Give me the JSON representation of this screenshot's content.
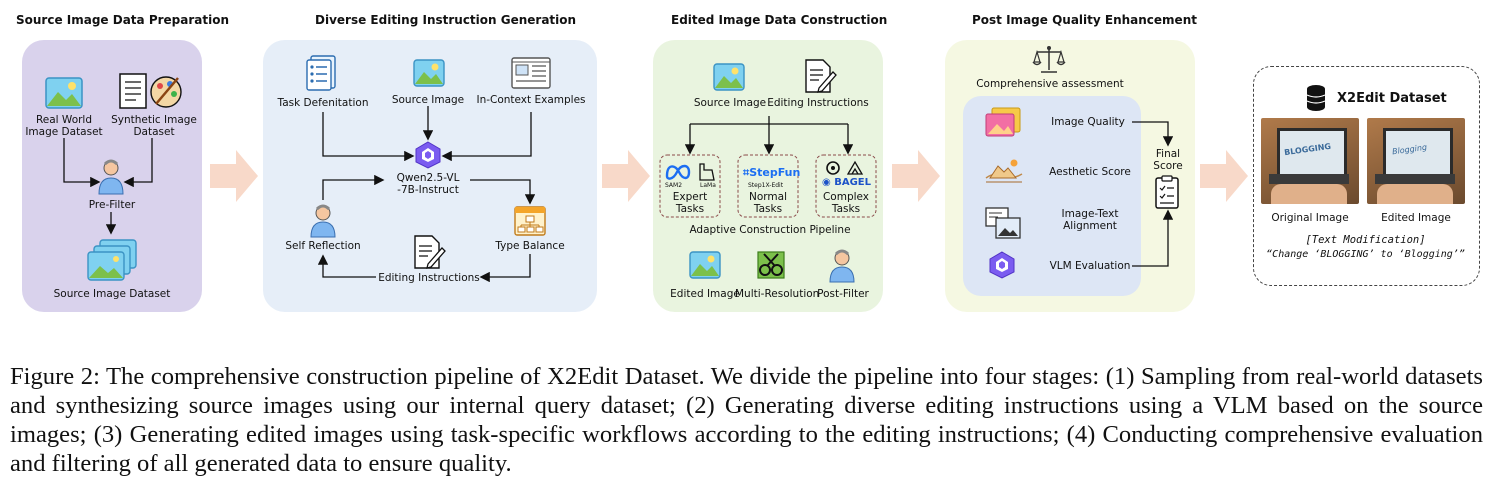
{
  "stages": [
    {
      "title": "Source Image Data Preparation"
    },
    {
      "title": "Diverse Editing Instruction Generation"
    },
    {
      "title": "Edited Image Data Construction"
    },
    {
      "title": "Post Image Quality Enhancement"
    }
  ],
  "stage1": {
    "real_world": "Real World\nImage Dataset",
    "synthetic": "Synthetic Image\nDataset",
    "prefilter": "Pre-Filter",
    "source_dataset": "Source Image Dataset"
  },
  "stage2": {
    "task_def": "Task Defenitation",
    "source_image": "Source Image",
    "in_context": "In-Context Examples",
    "model": "Qwen2.5-VL\n-7B-Instruct",
    "self_reflection": "Self Reflection",
    "type_balance": "Type Balance",
    "editing_instructions": "Editing Instructions"
  },
  "stage3": {
    "source_image": "Source Image",
    "editing_instructions": "Editing Instructions",
    "expert": "Expert\nTasks",
    "normal": "Normal\nTasks",
    "complex": "Complex\nTasks",
    "sam2": "SAM2",
    "lama": "LaMa",
    "stepfun": "StepFun",
    "step1x": "Step1X-Edit",
    "bagel": "BAGEL",
    "pipeline": "Adaptive Construction Pipeline",
    "edited_image": "Edited Image",
    "multi_res": "Multi-Resolution",
    "post_filter": "Post-Filter"
  },
  "stage4": {
    "comprehensive": "Comprehensive assessment",
    "image_quality": "Image Quality",
    "aesthetic": "Aesthetic Score",
    "alignment": "Image-Text\nAlignment",
    "vlm_eval": "VLM Evaluation",
    "final_score": "Final\nScore"
  },
  "dataset": {
    "title": "X2Edit Dataset",
    "original": "Original Image",
    "edited": "Edited Image",
    "example_line1": "[Text Modification]",
    "example_line2": "“Change ‘BLOGGING’ to ‘Blogging’”",
    "screen_text_original": "BLOGGING",
    "screen_text_edited": "Blogging"
  },
  "caption": "Figure 2: The comprehensive construction pipeline of X2Edit Dataset. We divide the pipeline into four stages: (1) Sampling from real-world datasets and synthesizing source images using our internal query dataset; (2) Generating diverse editing instructions using a VLM based on the source images; (3) Generating edited images using task-specific workflows according to the editing instructions; (4) Conducting comprehensive evaluation and filtering of all generated data to ensure quality.",
  "colors": {
    "stage1_bg": "#d9d2ec",
    "stage2_bg": "#e6eef8",
    "stage3_bg": "#e9f4df",
    "stage4_bg": "#f5f8e2",
    "stage4_inner": "#dde6f5",
    "arrow": "#f8d9c9"
  }
}
